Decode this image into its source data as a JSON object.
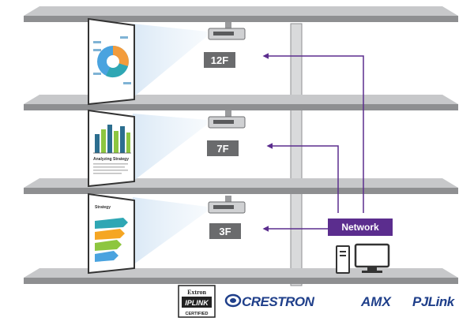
{
  "floors": [
    {
      "label": "12F",
      "screen_content": "pie-infographic"
    },
    {
      "label": "7F",
      "screen_content": "bar-chart",
      "screen_title": "Analyzing Strategy"
    },
    {
      "label": "3F",
      "screen_content": "arrow-infographic",
      "screen_title": "Strategy"
    }
  ],
  "network": {
    "label": "Network"
  },
  "colors": {
    "network_purple": "#5b2d8e",
    "shelf_gray": "#8e8f91",
    "shelf_top": "#b9babc",
    "floor_badge": "#6a6b6d",
    "crestron_blue": "#1f3f8a"
  },
  "logos": {
    "extron_line1": "Extron",
    "extron_line2": "IPLINK",
    "extron_line3": "CERTIFIED",
    "crestron": "CRESTRON",
    "amx": "AMX",
    "pjlink": "PJLink"
  }
}
